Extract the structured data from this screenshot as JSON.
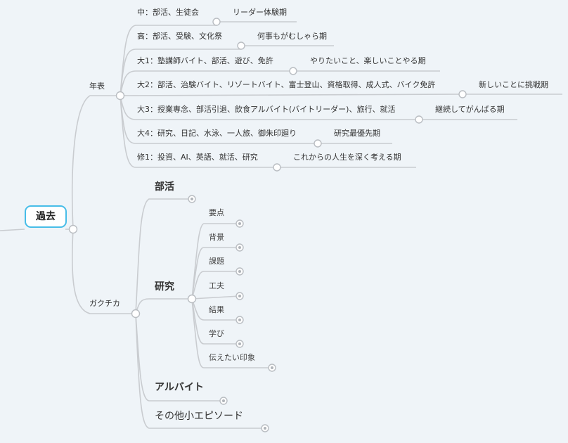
{
  "root": {
    "label": "過去"
  },
  "timeline": {
    "label": "年表",
    "items": [
      {
        "text": "中：部活、生徒会",
        "phase": "リーダー体験期"
      },
      {
        "text": "高：部活、受験、文化祭",
        "phase": "何事もがむしゃら期"
      },
      {
        "text": "大1：塾講師バイト、部活、遊び、免許",
        "phase": "やりたいこと、楽しいことやる期"
      },
      {
        "text": "大2：部活、治験バイト、リゾートバイト、富士登山、資格取得、成人式、バイク免許",
        "phase": "新しいことに挑戦期"
      },
      {
        "text": "大3：授業専念、部活引退、飲食アルバイト(バイトリーダー)、旅行、就活",
        "phase": "継続してがんばる期"
      },
      {
        "text": "大4：研究、日記、水泳、一人旅、御朱印廻り",
        "phase": "研究最優先期"
      },
      {
        "text": "修1：投資、AI、英語、就活、研究",
        "phase": "これからの人生を深く考える期"
      }
    ]
  },
  "gakuchika": {
    "label": "ガクチカ",
    "topics": {
      "club": "部活",
      "research": "研究",
      "parttime": "アルバイト",
      "other": "その他小エピソード"
    },
    "research_points": [
      "要点",
      "背景",
      "課題",
      "工夫",
      "結果",
      "学び",
      "伝えたい印象"
    ]
  }
}
